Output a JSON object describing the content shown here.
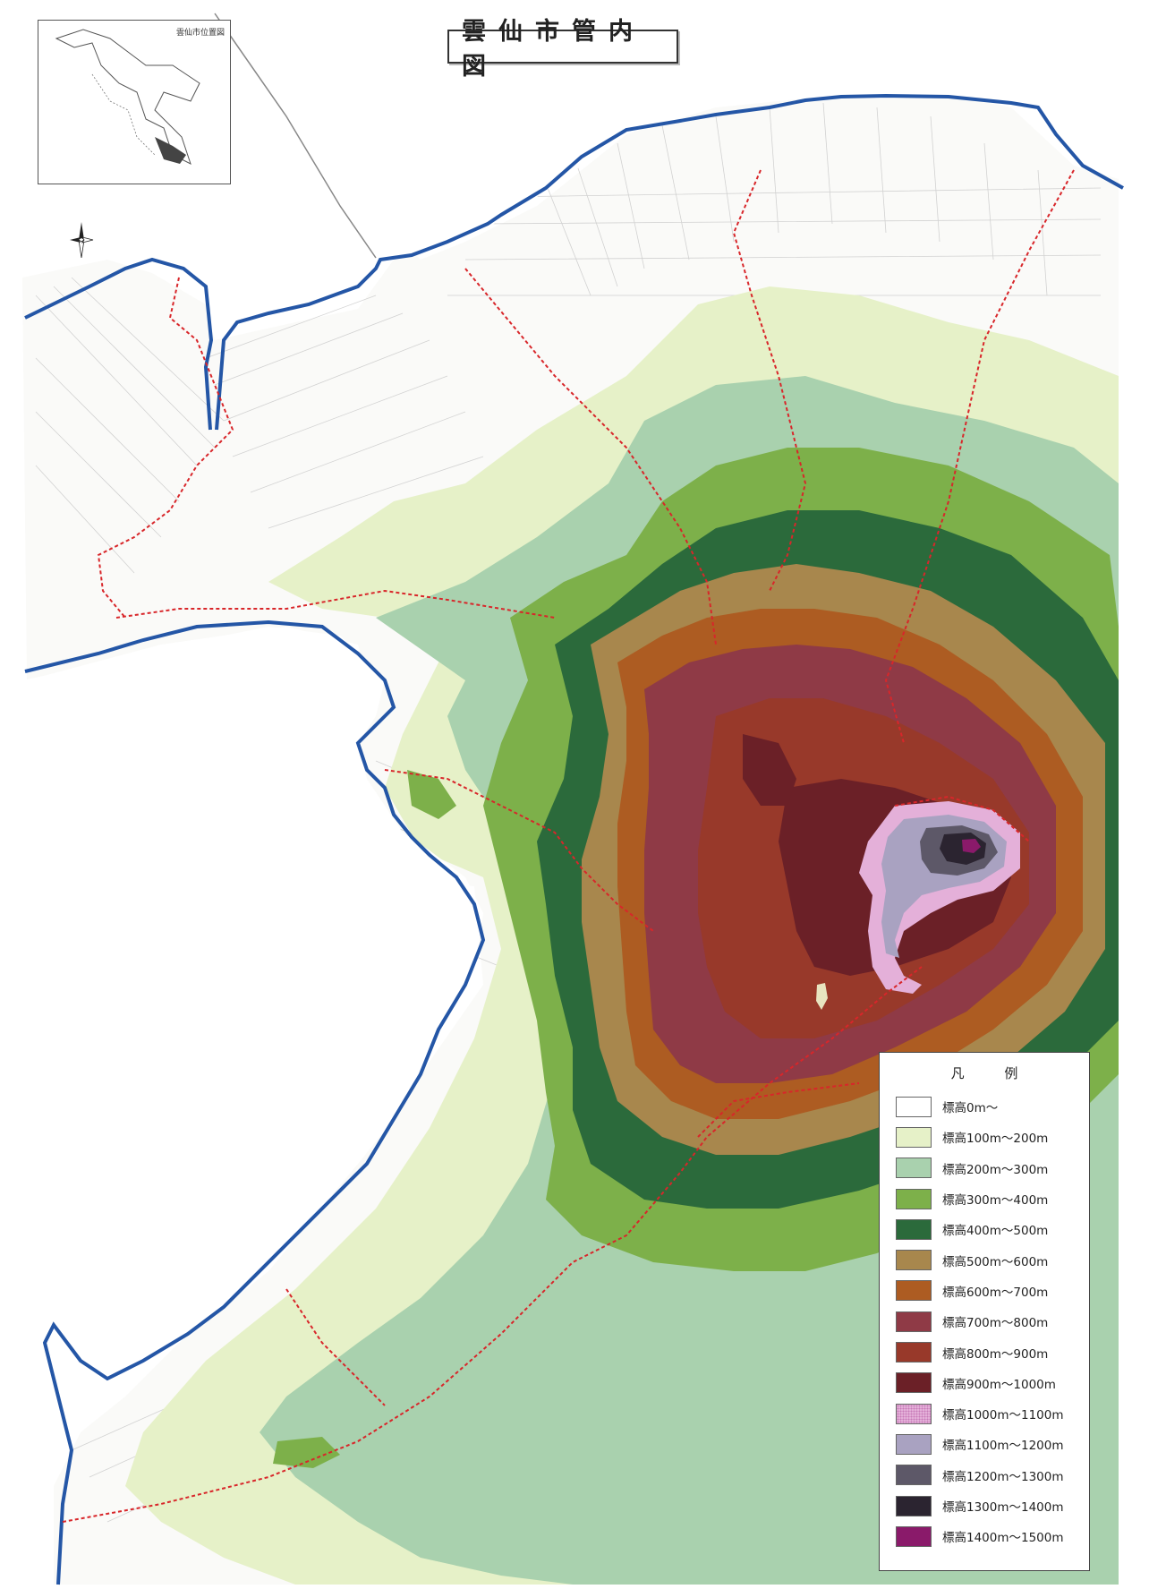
{
  "title": "雲仙市管内図",
  "inset": {
    "label": "雲仙市位置図"
  },
  "legend": {
    "title": "凡 例",
    "items": [
      {
        "label": "標高0m～",
        "color": "#ffffff"
      },
      {
        "label": "標高100m～200m",
        "color": "#e6f1c8"
      },
      {
        "label": "標高200m～300m",
        "color": "#a9d1ae"
      },
      {
        "label": "標高300m～400m",
        "color": "#7db04a"
      },
      {
        "label": "標高400m～500m",
        "color": "#2b6a3b"
      },
      {
        "label": "標高500m～600m",
        "color": "#a8874d"
      },
      {
        "label": "標高600m～700m",
        "color": "#ad5c22"
      },
      {
        "label": "標高700m～800m",
        "color": "#8f3a46"
      },
      {
        "label": "標高800m～900m",
        "color": "#98392a"
      },
      {
        "label": "標高900m～1000m",
        "color": "#6b2027"
      },
      {
        "label": "標高1000m～1100m",
        "color": "#e4b0d9"
      },
      {
        "label": "標高1100m～1200m",
        "color": "#a9a2c1"
      },
      {
        "label": "標高1200m～1300m",
        "color": "#5d5868"
      },
      {
        "label": "標高1300m～1400m",
        "color": "#2b2430"
      },
      {
        "label": "標高1400m～1500m",
        "color": "#8a1a6a"
      }
    ]
  },
  "colors": {
    "coast": "#2456a6",
    "boundary": "#d8262a",
    "sea": "#ffffff"
  },
  "icons": {
    "north_arrow": "compass-rose-icon"
  }
}
